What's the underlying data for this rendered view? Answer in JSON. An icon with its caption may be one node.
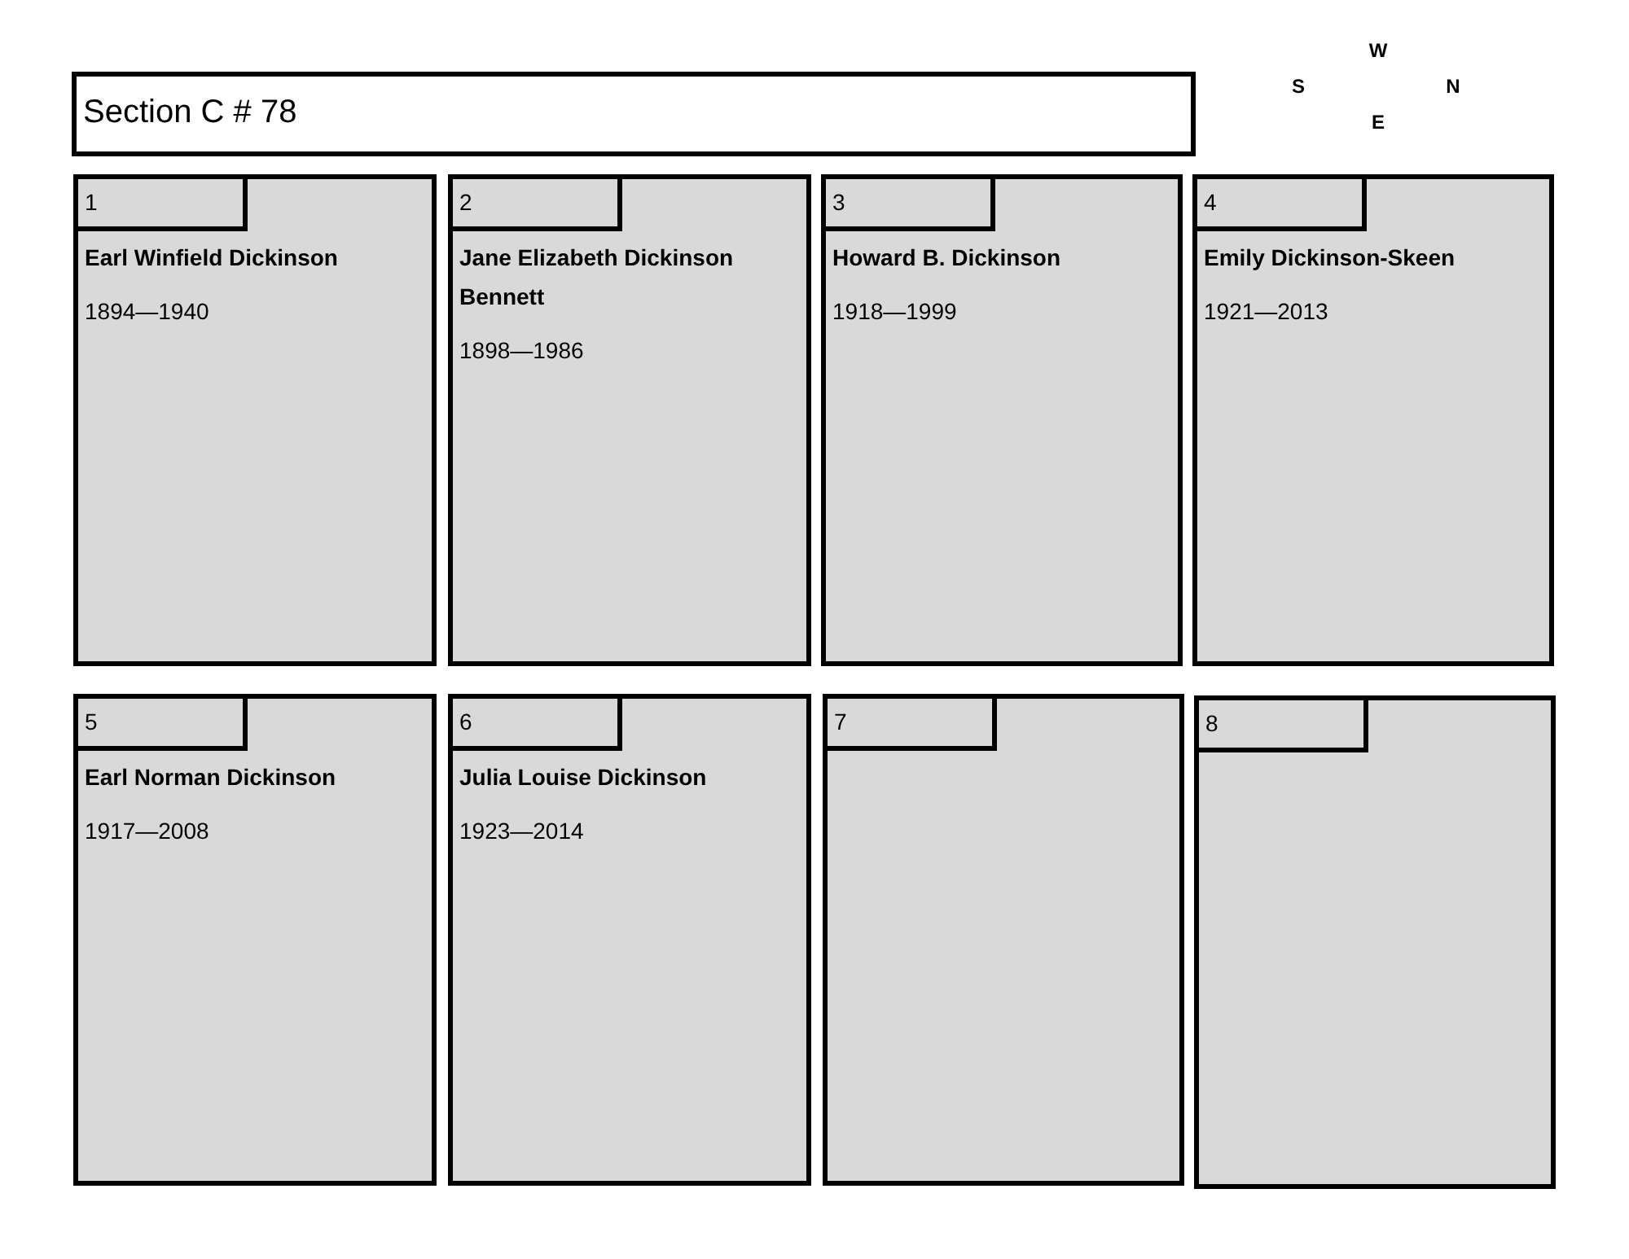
{
  "diagram": {
    "nodes": [
      {
        "text": [
          "Section C # 78"
        ]
      },
      {
        "text": [
          "Earl Winfield Dickinson",
          "1894—1940"
        ]
      },
      {
        "text": [
          "1"
        ],
        "in": 1
      },
      {
        "text": [
          "Jane Elizabeth Dickinson Bennett",
          "1898—1986"
        ]
      },
      {
        "text": [
          "2"
        ],
        "in": 3
      },
      {
        "text": [
          "Howard B. Dickinson",
          "1918—1999"
        ]
      },
      {
        "text": [
          "3"
        ],
        "in": 5
      },
      {
        "text": [
          "Emily Dickinson-Skeen",
          "1921—2013"
        ]
      },
      {
        "text": [
          "4"
        ],
        "in": 7
      },
      {
        "text": [
          "Earl Norman Dickinson",
          "1917—2008"
        ]
      },
      {
        "text": [
          "5"
        ],
        "in": 9
      },
      {
        "text": [
          "Julia Louise Dickinson",
          "1923—2014"
        ]
      },
      {
        "text": [
          "6"
        ],
        "in": 11
      },
      {
        "text": [],
        "shape": "box"
      },
      {
        "text": [
          "7"
        ],
        "in": 13
      },
      {
        "text": [],
        "shape": "box"
      },
      {
        "text": [
          "8"
        ],
        "in": 15
      }
    ],
    "labels": [
      "W",
      "S",
      "N",
      "E"
    ]
  }
}
